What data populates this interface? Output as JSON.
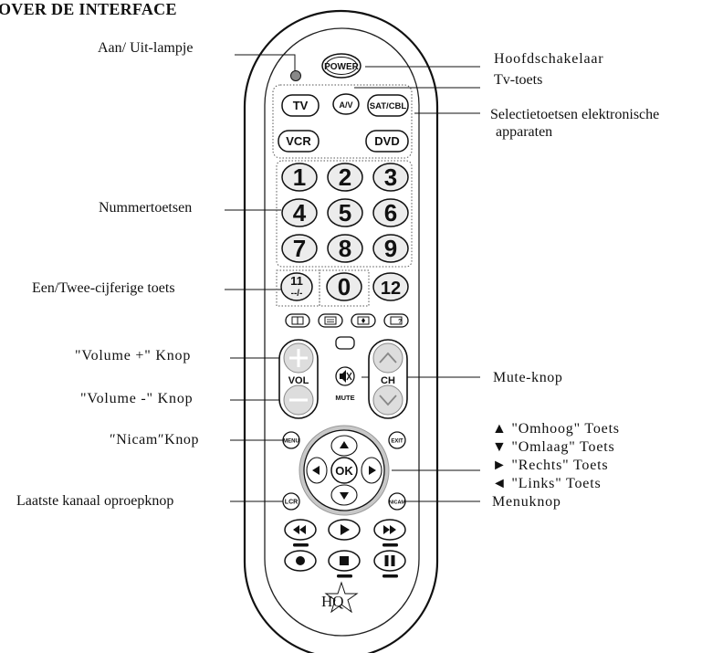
{
  "title": "OVER DE INTERFACE",
  "labels": {
    "led": "Aan/ Uit-lampje",
    "power": "Hoofdschakelaar",
    "tv_key": "Tv-toets",
    "device_select_1": "Selectietoetsen elektronische",
    "device_select_2": "apparaten",
    "number_keys": "Nummertoetsen",
    "one_two_digit": "Een/Twee-cijferige toets",
    "vol_up": "\"Volume +\" Knop",
    "vol_down": "\"Volume -\" Knop",
    "mute": "Mute-knop",
    "nicam": "″Nicam″Knop",
    "up": "▲ \"Omhoog\" Toets",
    "down": "▼ \"Omlaag\" Toets",
    "right": "► \"Rechts\" Toets",
    "left": "◄ \"Links\" Toets",
    "menu": "Menuknop",
    "last_channel": "Laatste kanaal oproepknop"
  },
  "buttons": {
    "power": "POWER",
    "av": "A/V",
    "tv": "TV",
    "satcbl": "SAT/CBL",
    "vcr": "VCR",
    "dvd": "DVD",
    "digits": [
      "1",
      "2",
      "3",
      "4",
      "5",
      "6",
      "7",
      "8",
      "9"
    ],
    "zero": "0",
    "eleven_top": "11",
    "eleven_bottom": "--/-",
    "twelve": "12",
    "vol": "VOL",
    "ch": "CH",
    "mute": "MUTE",
    "menu": "MENU",
    "exit": "EXIT",
    "ok": "OK",
    "lcr": "LCR",
    "nicam": "NICAM",
    "brand": "HQ"
  }
}
